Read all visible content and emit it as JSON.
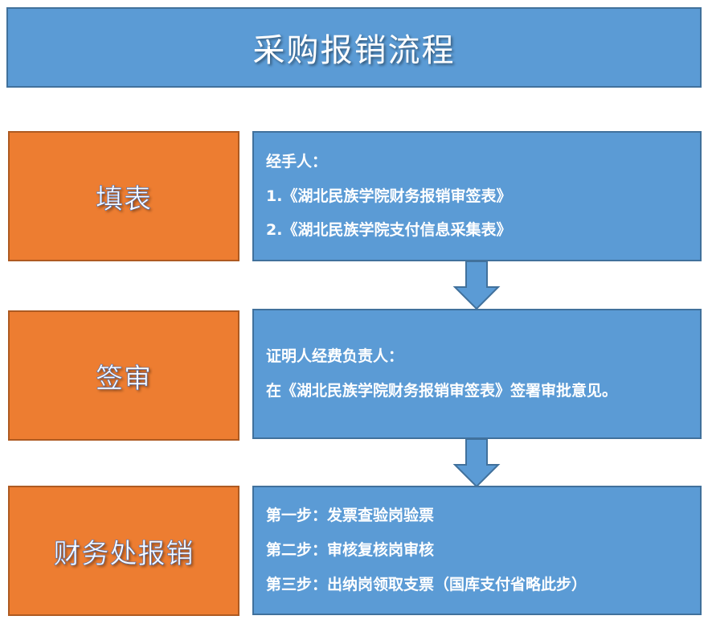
{
  "title": "采购报销流程",
  "steps": [
    {
      "label": "填表",
      "lines": [
        "经手人：",
        "1.《湖北民族学院财务报销审签表》",
        "2.《湖北民族学院支付信息采集表》"
      ]
    },
    {
      "label": "签审",
      "lines": [
        "证明人经费负责人：",
        "在《湖北民族学院财务报销审签表》签署审批意见。"
      ]
    },
    {
      "label": "财务处报销",
      "lines": [
        "第一步：发票查验岗验票",
        "第二步：审核复核岗审核",
        "第三步：出纳岗领取支票（国库支付省略此步）"
      ]
    }
  ],
  "colors": {
    "blue": "#5b9bd5",
    "blue_border": "#41719c",
    "orange": "#ed7d31",
    "orange_border": "#ae5a21",
    "text": "#ffffff"
  }
}
